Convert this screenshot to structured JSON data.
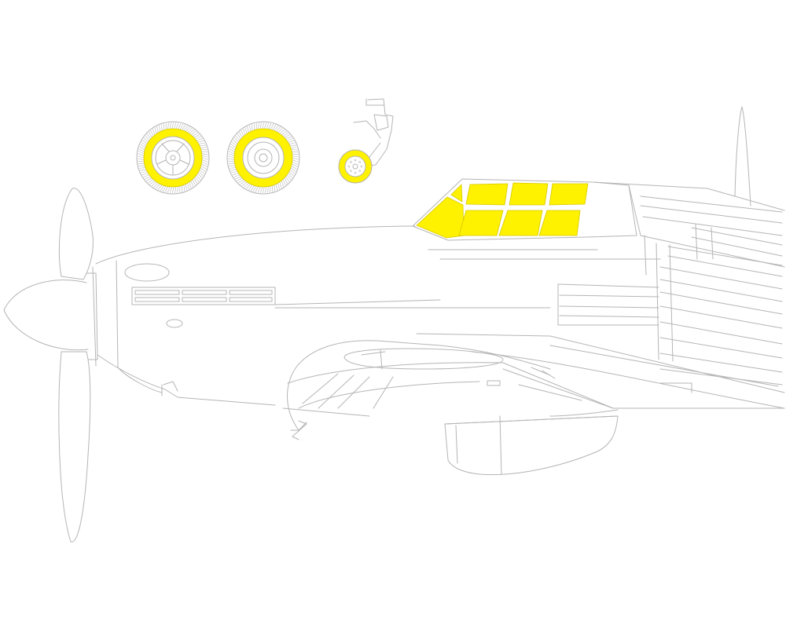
{
  "colors": {
    "background": "#ffffff",
    "outline": "#b5b5b5",
    "mask": "#fff200",
    "mask_edge": "#d6c800"
  },
  "parts": {
    "aircraft": "side-view-outline",
    "propeller": "propeller-outline",
    "canopy_masks": 8,
    "main_wheels": 2,
    "tail_wheel": 1
  }
}
